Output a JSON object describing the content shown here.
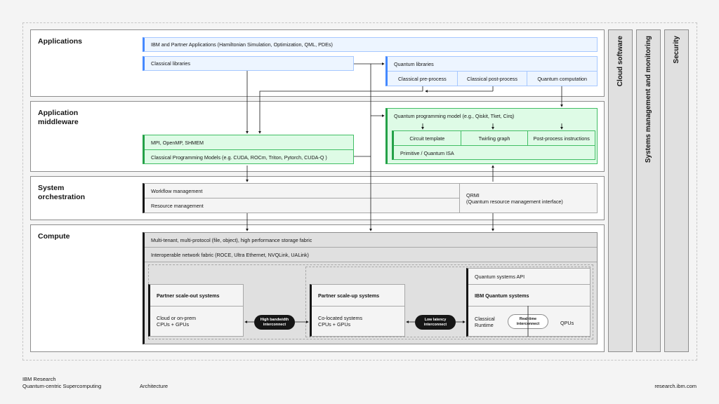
{
  "layers": {
    "applications": "Applications",
    "middleware": "Application\nmiddleware",
    "orchestration": "System\norchestration",
    "compute": "Compute"
  },
  "applications": {
    "ibm_partner_apps": "IBM and Partner Applications (Hamiltonian Simulation, Optimization, QML, PDEs)",
    "classical_libraries": "Classical libraries",
    "quantum_libraries": "Quantum libraries",
    "classical_pre_process": "Classical pre-process",
    "classical_post_process": "Classical post-process",
    "quantum_computation": "Quantum computation"
  },
  "middleware": {
    "mpi": "MPI, OpenMP, SHMEM",
    "classical_programming_models": "Classical Programming Models (e.g. CUDA, ROCm, Triton, Pytorch, CUDA-Q )",
    "quantum_programming_model": "Quantum programming model (e.g., Qiskit, Tket, Cirq)",
    "circuit_template": "Circuit template",
    "twirling_graph": "Twirling graph",
    "post_process_instructions": "Post-process instructions",
    "primitive_isa": "Primitive / Quantum ISA"
  },
  "orchestration": {
    "workflow_management": "Workflow management",
    "resource_management": "Resource management",
    "qrmi": "QRMI\n(Quantum resource management interface)"
  },
  "compute": {
    "storage_fabric": "Multi-tenant, multi-protocol (file, object), high performance storage fabric",
    "network_fabric": "Interoperable network fabric (ROCE, Ultra Ethernet, NVQLink, UALink)",
    "scale_out_title": "Partner scale-out systems",
    "scale_out_desc": "Cloud or on-prem\nCPUs + GPUs",
    "high_bandwidth": "High bandwidth\ninterconnect",
    "scale_up_title": "Partner scale-up systems",
    "scale_up_desc": "Co-located systems\nCPUs + GPUs",
    "low_latency": "Low latency\ninterconnect",
    "quantum_api": "Quantum systems API",
    "ibm_quantum": "IBM Quantum systems",
    "classical_runtime": "Classical\nRuntime",
    "realtime_interconnect": "Real-time\ninterconnect",
    "qpus": "QPUs"
  },
  "side_columns": {
    "cloud_software": "Cloud software",
    "systems_management": "Systems management and monitoring",
    "security": "Security"
  },
  "footer": {
    "org": "IBM Research",
    "subtitle": "Quantum-centric Supercomputing",
    "section": "Architecture",
    "url": "research.ibm.com"
  },
  "colors": {
    "application_blue": "#edf5ff",
    "blue_accent": "#4589ff",
    "middleware_green": "#defbe6",
    "green_accent": "#24a148",
    "dark": "#161616"
  }
}
